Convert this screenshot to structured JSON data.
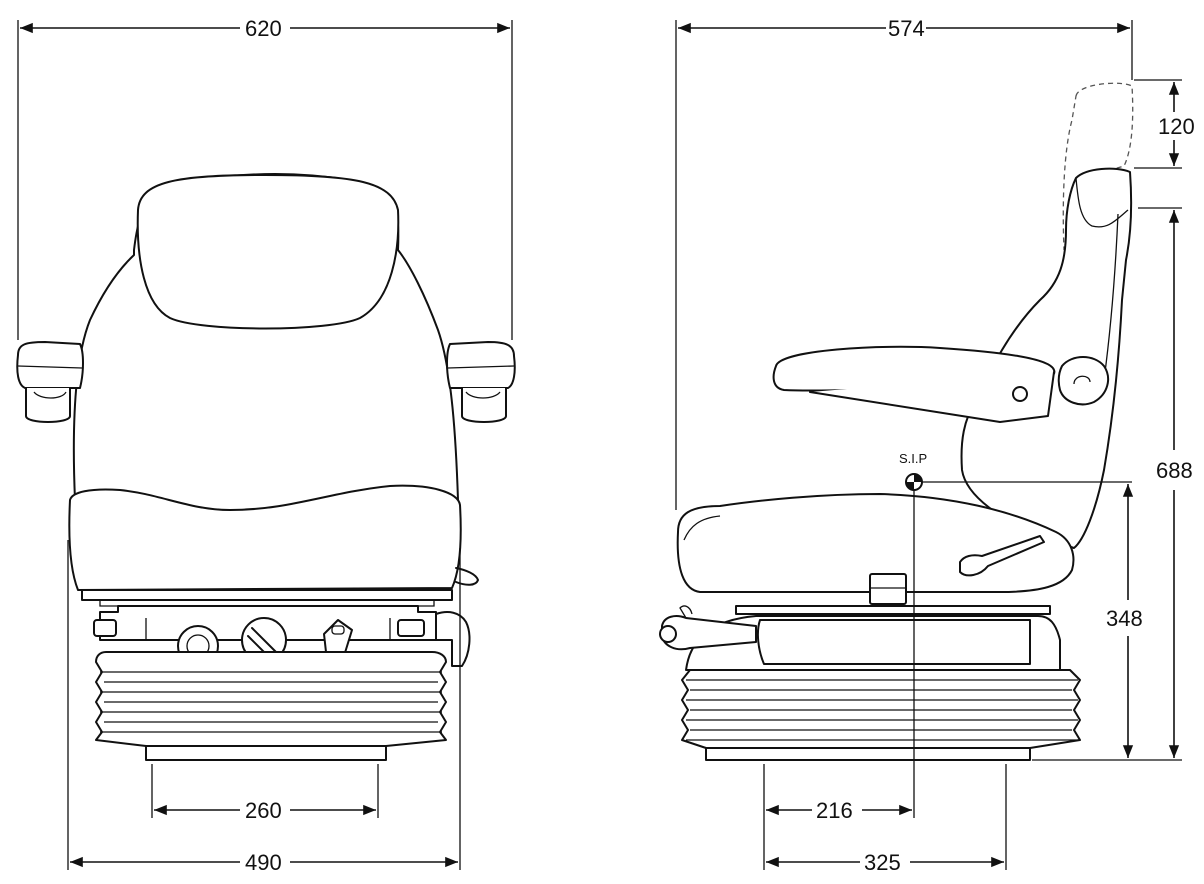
{
  "dimensions": {
    "front_overall_width": "620",
    "front_base_width": "490",
    "front_mount_width": "260",
    "side_overall_depth": "574",
    "side_headrest_adjust": "120",
    "side_overall_height": "688",
    "side_sip_height": "348",
    "side_sip_to_mount": "216",
    "side_base_depth": "325"
  },
  "labels": {
    "sip": "S.I.P"
  }
}
